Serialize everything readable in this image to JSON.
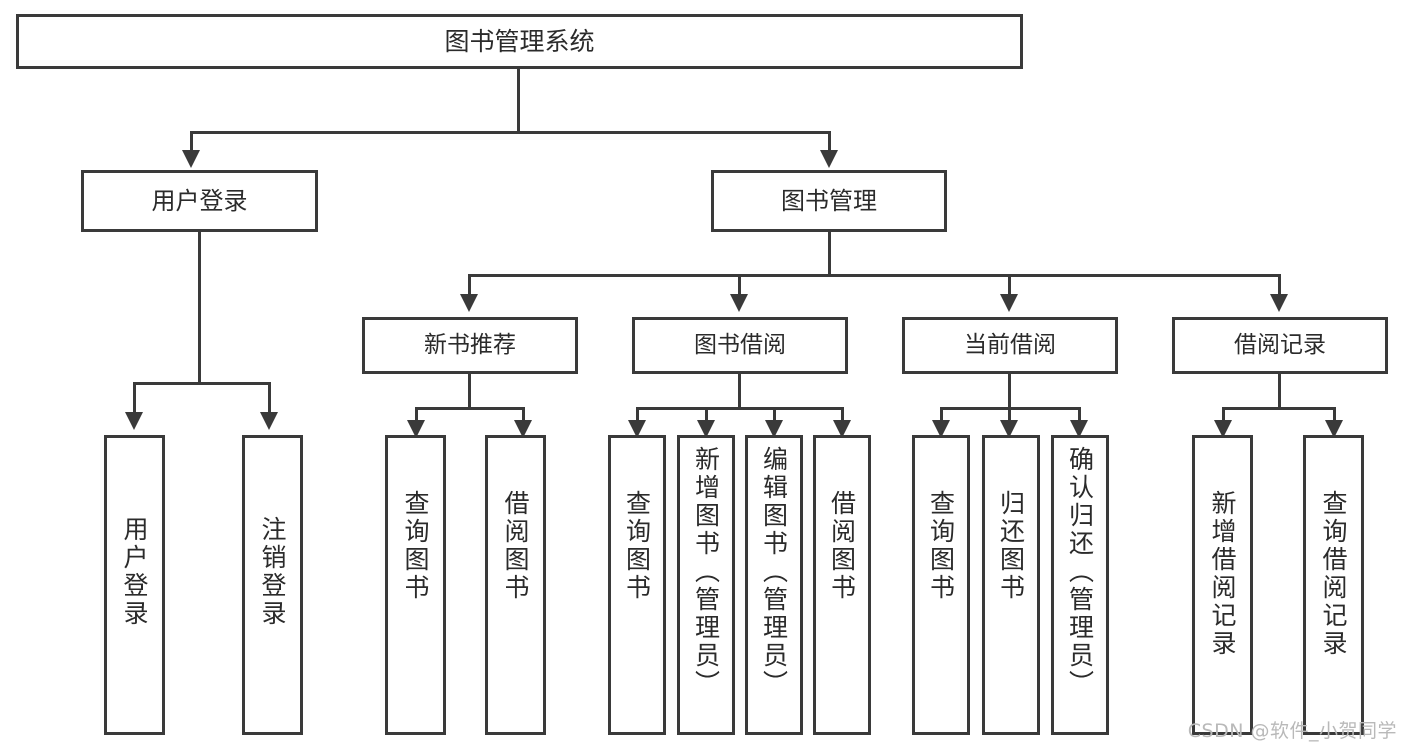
{
  "diagram": {
    "title": "图书管理系统",
    "type": "tree",
    "watermark": "CSDN @软件_小贺同学",
    "colors": {
      "stroke": "#3a3a3a",
      "fill": "#ffffff",
      "text": "#2b2b2b",
      "watermark": "#b9b9b9"
    }
  },
  "nodes": {
    "root": {
      "label": "图书管理系统"
    },
    "level2": [
      {
        "label": "用户登录"
      },
      {
        "label": "图书管理"
      }
    ],
    "level3": [
      {
        "label": "新书推荐"
      },
      {
        "label": "图书借阅"
      },
      {
        "label": "当前借阅"
      },
      {
        "label": "借阅记录"
      }
    ],
    "leaves": {
      "user_login": [
        {
          "label": "用户登录"
        },
        {
          "label": "注销登录"
        }
      ],
      "new_book_recommend": [
        {
          "label": "查询图书"
        },
        {
          "label": "借阅图书"
        }
      ],
      "book_borrow": [
        {
          "label": "查询图书"
        },
        {
          "label": "新增图书（管理员）"
        },
        {
          "label": "编辑图书（管理员）"
        },
        {
          "label": "借阅图书"
        }
      ],
      "current_borrow": [
        {
          "label": "查询图书"
        },
        {
          "label": "归还图书"
        },
        {
          "label": "确认归还（管理员）"
        }
      ],
      "borrow_record": [
        {
          "label": "新增借阅记录"
        },
        {
          "label": "查询借阅记录"
        }
      ]
    }
  }
}
